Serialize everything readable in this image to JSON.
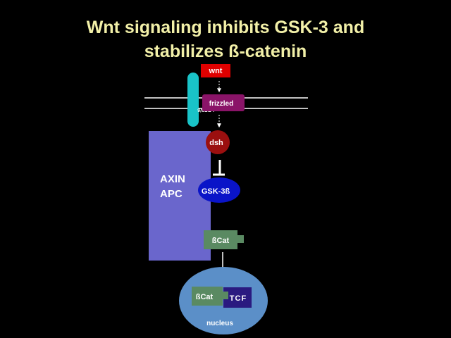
{
  "title": {
    "line1": "Wnt signaling inhibits GSK-3 and",
    "line2": "stabilizes ß-catenin"
  },
  "diagram": {
    "wnt": "wnt",
    "frizzled": "frizzled",
    "lrp": "LRP5/6",
    "dsh": "dsh",
    "axin": "AXIN",
    "apc": "APC",
    "gsk3b": "GSK-3ß",
    "bcat_cytoplasm": "ßCat",
    "bcat_nucleus": "ßCat",
    "tcf": "TCF",
    "nucleus": "nucleus"
  },
  "colors": {
    "background": "#000000",
    "title": "#f2f0a8",
    "wnt": "#e00000",
    "frizzled": "#8a1468",
    "lrp_bar": "#19c3c8",
    "dsh": "#9b0f0f",
    "axin_apc_box": "#6a66cc",
    "gsk3b": "#0a14c8",
    "bcat": "#5a8a62",
    "tcf": "#2a1a80",
    "nucleus": "#5b8fc8"
  }
}
